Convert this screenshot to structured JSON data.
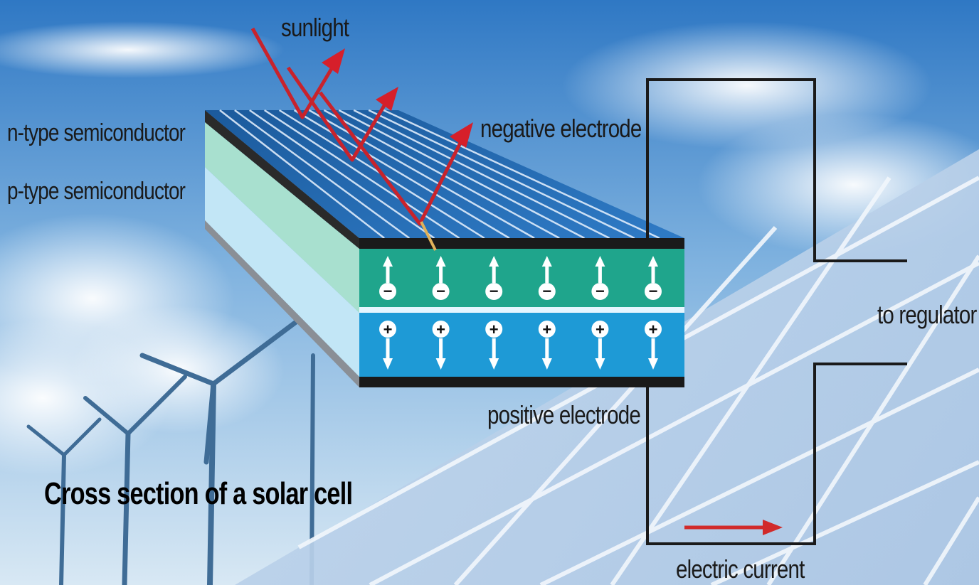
{
  "diagram": {
    "title": "Cross section of a solar cell",
    "labels": {
      "sunlight": "sunlight",
      "n_type": "n-type semiconductor",
      "p_type": "p-type semiconductor",
      "negative_electrode": "negative electrode",
      "positive_electrode": "positive electrode",
      "to_regulator": "to regulator",
      "electric_current": "electric current"
    },
    "charges": {
      "negative_symbol": "−",
      "positive_symbol": "+",
      "column_count": 6
    },
    "colors": {
      "sky_top": "#2f78c4",
      "sky_bottom": "#d8e8f4",
      "cell_top": "#1f5fa3",
      "n_layer": "#1fa58c",
      "p_layer": "#1e9ad6",
      "electrode": "#1a1a1a",
      "sunlight_ray": "#c8232c",
      "wire": "#1a1a1a",
      "current_arrow": "#d12a2a",
      "panel": "#bcd3ea"
    }
  }
}
